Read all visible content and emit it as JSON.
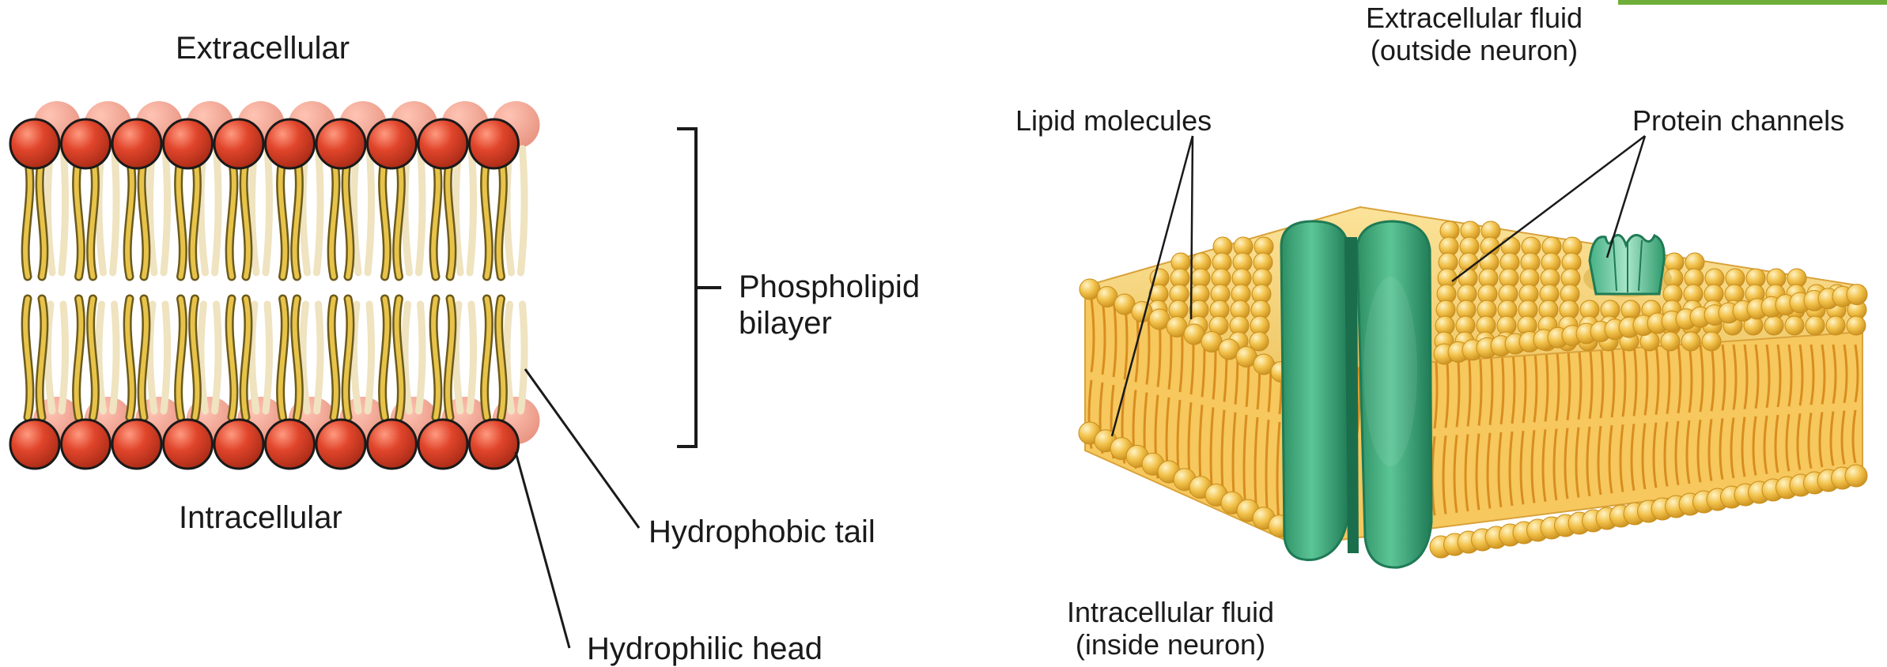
{
  "left_diagram": {
    "extracellular_label": "Extracellular",
    "intracellular_label": "Intracellular",
    "bilayer_label_line1": "Phospholipid",
    "bilayer_label_line2": "bilayer",
    "tail_label": "Hydrophobic tail",
    "head_label": "Hydrophilic head"
  },
  "right_diagram": {
    "extracellular_line1": "Extracellular fluid",
    "extracellular_line2": "(outside neuron)",
    "lipid_label": "Lipid molecules",
    "protein_label": "Protein channels",
    "intracellular_line1": "Intracellular fluid",
    "intracellular_line2": "(inside neuron)"
  },
  "colors": {
    "head_red": "#e0452b",
    "head_red_dark": "#a82a16",
    "tail_yellow": "#e8c34a",
    "tail_outline": "#6b5a1c",
    "sphere_yellow": "#f2c24b",
    "sphere_light": "#fbe39a",
    "protein_green": "#3aa57a",
    "protein_green_dark": "#1f7a55",
    "accent_green": "#6fae3a"
  }
}
